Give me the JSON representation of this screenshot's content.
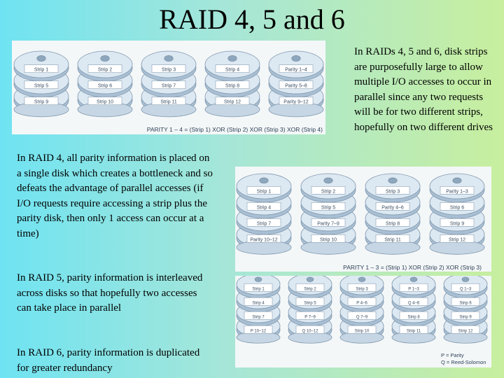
{
  "title": "RAID 4, 5 and 6",
  "paragraphs": {
    "raid4": "In RAID 4, all parity information is placed on a single disk which creates a bottleneck and so defeats the advantage of parallel accesses (if I/O requests require accessing a strip plus the parity disk, then only 1 access can occur at a time)",
    "raid5": "In RAID 5, parity information is interleaved across disks so that hopefully two accesses can take place in parallel",
    "raid6": "In RAID 6, parity information is duplicated for greater redundancy",
    "right": "In RAIDs 4, 5 and 6, disk strips are purposefully large to allow multiple I/O accesses to occur in parallel since any two requests will be for two different strips, hopefully on two different drives"
  },
  "diagrams": {
    "raid4": {
      "caption": "PARITY 1 – 4 = (Strip 1) XOR (Strip 2) XOR (Strip 3) XOR (Strip 4)",
      "disks": [
        [
          "Strip 1",
          "Strip 5",
          "Strip 9"
        ],
        [
          "Strip 2",
          "Strip 6",
          "Strip 10"
        ],
        [
          "Strip 3",
          "Strip 7",
          "Strip 11"
        ],
        [
          "Strip 4",
          "Strip 8",
          "Strip 12"
        ],
        [
          "Parity 1–4",
          "Parity 5–8",
          "Parity 9–12"
        ]
      ]
    },
    "raid5": {
      "caption": "PARITY 1 – 3 = (Strip 1) XOR (Strip 2) XOR (Strip 3)",
      "disks": [
        [
          "Strip 1",
          "Strip 4",
          "Strip 7",
          "Parity 10–12"
        ],
        [
          "Strip 2",
          "Strip 5",
          "Parity 7–9",
          "Strip 10"
        ],
        [
          "Strip 3",
          "Parity 4–6",
          "Strip 8",
          "Strip 11"
        ],
        [
          "Parity 1–3",
          "Strip 6",
          "Strip 9",
          "Strip 12"
        ]
      ]
    },
    "raid6": {
      "disks": [
        [
          "Strip 1",
          "Strip 4",
          "Strip 7",
          "P 10–12"
        ],
        [
          "Strip 2",
          "Strip 5",
          "P 7–9",
          "Q 10–12"
        ],
        [
          "Strip 3",
          "P 4–6",
          "Q 7–9",
          "Strip 10"
        ],
        [
          "P 1–3",
          "Q 4–6",
          "Strip 8",
          "Strip 11"
        ],
        [
          "Q 1–3",
          "Strip 6",
          "Strip 9",
          "Strip 12"
        ]
      ],
      "legend": [
        "P = Parity",
        "Q = Reed-Solomon"
      ]
    }
  }
}
